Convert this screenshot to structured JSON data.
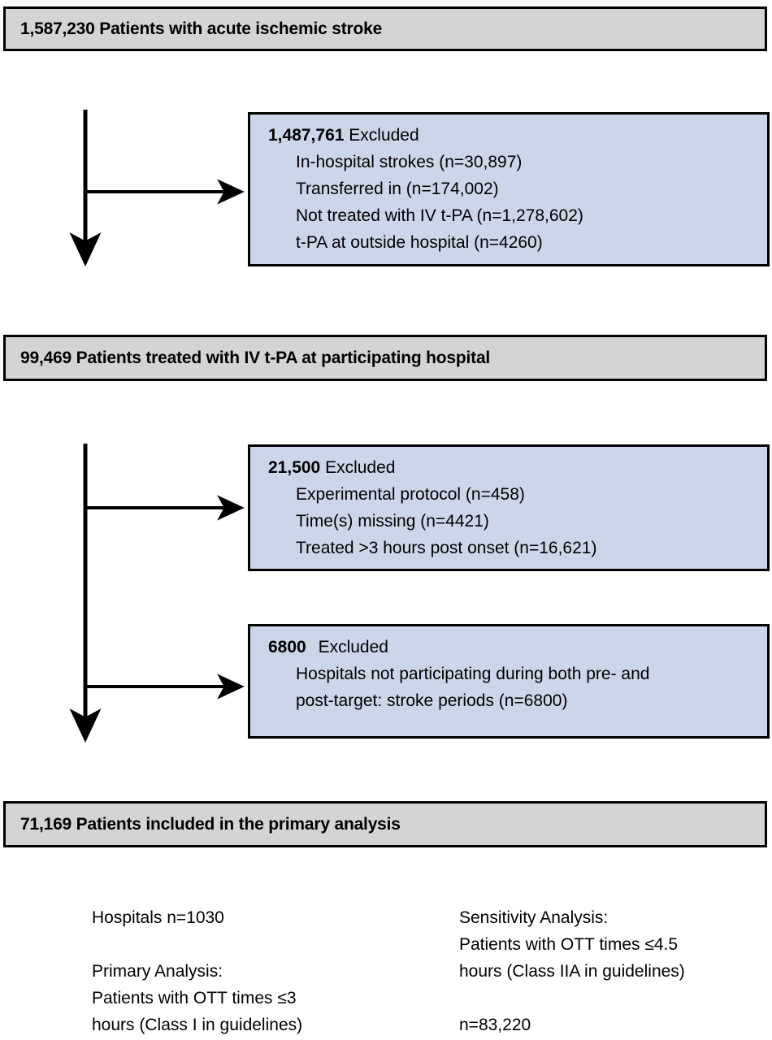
{
  "figure": {
    "type": "patient-flow-diagram",
    "colors": {
      "stage_fill": "#d4d4d4",
      "exclusion_fill": "#ccd6e9",
      "border": "#000000",
      "text": "#000000"
    }
  },
  "stages": [
    {
      "id": "stage-1",
      "count": "1,587,230",
      "label": "Patients with acute ischemic stroke",
      "text": "1,587,230 Patients with acute ischemic stroke"
    },
    {
      "id": "stage-2",
      "count": "99,469",
      "label": "Patients treated with IV t-PA at participating hospital",
      "text": "99,469 Patients treated with IV t-PA at participating hospital"
    },
    {
      "id": "stage-3",
      "count": "71,169",
      "label": "Patients included in the primary analysis",
      "text": "71,169 Patients included in the primary analysis"
    }
  ],
  "exclusions": [
    {
      "id": "exclusion-1",
      "count": "1,487,761",
      "word": "Excluded",
      "reasons": [
        "In-hospital strokes (n=30,897)",
        "Transferred in (n=174,002)",
        "Not treated with IV t-PA (n=1,278,602)",
        "t-PA at outside hospital (n=4260)"
      ]
    },
    {
      "id": "exclusion-2",
      "count": "21,500",
      "word": "Excluded",
      "reasons": [
        "Experimental protocol (n=458)",
        "Time(s) missing (n=4421)",
        "Treated >3 hours post onset (n=16,621)"
      ]
    },
    {
      "id": "exclusion-3",
      "count": "6800",
      "word": "Excluded",
      "reasons_wrapped": [
        {
          "line1": "Hospitals not participating during both pre- and",
          "line2": "post-target: stroke periods (n=6800)"
        }
      ]
    }
  ],
  "notes": {
    "left": {
      "hospitals": "Hospitals n=1030",
      "analysis_title": "Primary Analysis:",
      "analysis_line1": "Patients with OTT times ≤3",
      "analysis_line2": "hours (Class I in guidelines)"
    },
    "right": {
      "analysis_title": "Sensitivity Analysis:",
      "analysis_line1": "Patients with OTT times ≤4.5",
      "analysis_line2": "hours (Class IIA in guidelines)",
      "n_value": "n=83,220"
    }
  },
  "connectors": {
    "arrow_down_1": "down-arrow-from-stage-1",
    "arrow_right_1": "right-arrow-to-exclusion-1",
    "arrow_down_2": "down-arrow-from-stage-2",
    "arrow_right_2": "right-arrow-to-exclusion-2",
    "arrow_right_3": "right-arrow-to-exclusion-3"
  }
}
